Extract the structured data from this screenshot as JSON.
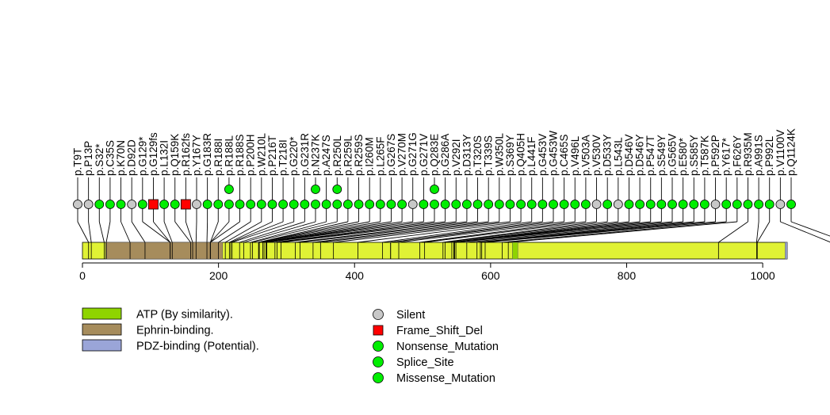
{
  "chart_data": {
    "type": "lollipop",
    "protein_length": 1036,
    "xlim": [
      0,
      1036
    ],
    "x_ticks": [
      0,
      200,
      400,
      600,
      800,
      1000
    ],
    "domains": [
      {
        "name": "ATP (By similarity).",
        "start": 632,
        "end": 640,
        "color": "#8fd400"
      },
      {
        "name": "Ephrin-binding.",
        "start": 34,
        "end": 206,
        "color": "#a68c5c"
      },
      {
        "name": "PDZ-binding (Potential).",
        "start": 1033,
        "end": 1036,
        "color": "#9aa5d8"
      }
    ],
    "backbone_color": "#e0f235",
    "mutation_types": [
      {
        "name": "Silent",
        "shape": "circle",
        "color": "#c8c8c8"
      },
      {
        "name": "Frame_Shift_Del",
        "shape": "square",
        "color": "#ff0000"
      },
      {
        "name": "Nonsense_Mutation",
        "shape": "circle",
        "color": "#00ee00"
      },
      {
        "name": "Splice_Site",
        "shape": "circle",
        "color": "#00ee00"
      },
      {
        "name": "Missense_Mutation",
        "shape": "circle",
        "color": "#00ee00"
      }
    ],
    "mutations": [
      {
        "label": "p.T9T",
        "pos": 9,
        "type": "Silent",
        "count": 1
      },
      {
        "label": "p.P13P",
        "pos": 13,
        "type": "Silent",
        "count": 1
      },
      {
        "label": "p.S32*",
        "pos": 32,
        "type": "Nonsense_Mutation",
        "count": 1
      },
      {
        "label": "p.C35S",
        "pos": 35,
        "type": "Missense_Mutation",
        "count": 1
      },
      {
        "label": "p.K70N",
        "pos": 70,
        "type": "Missense_Mutation",
        "count": 1
      },
      {
        "label": "p.D92D",
        "pos": 92,
        "type": "Silent",
        "count": 1
      },
      {
        "label": "p.G129*",
        "pos": 129,
        "type": "Nonsense_Mutation",
        "count": 1
      },
      {
        "label": "p.G129fs",
        "pos": 129,
        "type": "Frame_Shift_Del",
        "count": 1
      },
      {
        "label": "p.L132I",
        "pos": 132,
        "type": "Missense_Mutation",
        "count": 1
      },
      {
        "label": "p.Q159K",
        "pos": 159,
        "type": "Missense_Mutation",
        "count": 1
      },
      {
        "label": "p.R162fs",
        "pos": 162,
        "type": "Frame_Shift_Del",
        "count": 1
      },
      {
        "label": "p.Y167Y",
        "pos": 167,
        "type": "Silent",
        "count": 1
      },
      {
        "label": "p.G183R",
        "pos": 183,
        "type": "Missense_Mutation",
        "count": 1
      },
      {
        "label": "p.R188I",
        "pos": 188,
        "type": "Missense_Mutation",
        "count": 1
      },
      {
        "label": "p.R188L",
        "pos": 188,
        "type": "Missense_Mutation",
        "count": 2
      },
      {
        "label": "p.R188S",
        "pos": 188,
        "type": "Missense_Mutation",
        "count": 1
      },
      {
        "label": "p.P200H",
        "pos": 200,
        "type": "Missense_Mutation",
        "count": 1
      },
      {
        "label": "p.W210L",
        "pos": 210,
        "type": "Missense_Mutation",
        "count": 1
      },
      {
        "label": "p.P216T",
        "pos": 216,
        "type": "Missense_Mutation",
        "count": 1
      },
      {
        "label": "p.T218I",
        "pos": 218,
        "type": "Missense_Mutation",
        "count": 1
      },
      {
        "label": "p.G220*",
        "pos": 220,
        "type": "Nonsense_Mutation",
        "count": 1
      },
      {
        "label": "p.G231R",
        "pos": 231,
        "type": "Missense_Mutation",
        "count": 1
      },
      {
        "label": "p.N237K",
        "pos": 237,
        "type": "Missense_Mutation",
        "count": 2
      },
      {
        "label": "p.A247S",
        "pos": 247,
        "type": "Missense_Mutation",
        "count": 1
      },
      {
        "label": "p.R250L",
        "pos": 250,
        "type": "Missense_Mutation",
        "count": 2
      },
      {
        "label": "p.R259L",
        "pos": 259,
        "type": "Missense_Mutation",
        "count": 1
      },
      {
        "label": "p.R259S",
        "pos": 259,
        "type": "Missense_Mutation",
        "count": 1
      },
      {
        "label": "p.I260M",
        "pos": 260,
        "type": "Missense_Mutation",
        "count": 1
      },
      {
        "label": "p.L265F",
        "pos": 265,
        "type": "Missense_Mutation",
        "count": 1
      },
      {
        "label": "p.G267S",
        "pos": 267,
        "type": "Missense_Mutation",
        "count": 1
      },
      {
        "label": "p.V270M",
        "pos": 270,
        "type": "Missense_Mutation",
        "count": 1
      },
      {
        "label": "p.G271G",
        "pos": 271,
        "type": "Silent",
        "count": 1
      },
      {
        "label": "p.G271V",
        "pos": 271,
        "type": "Missense_Mutation",
        "count": 1
      },
      {
        "label": "p.Q283E",
        "pos": 283,
        "type": "Missense_Mutation",
        "count": 2
      },
      {
        "label": "p.G286A",
        "pos": 286,
        "type": "Missense_Mutation",
        "count": 1
      },
      {
        "label": "p.V292I",
        "pos": 292,
        "type": "Missense_Mutation",
        "count": 1
      },
      {
        "label": "p.D313Y",
        "pos": 313,
        "type": "Missense_Mutation",
        "count": 1
      },
      {
        "label": "p.T320S",
        "pos": 320,
        "type": "Missense_Mutation",
        "count": 1
      },
      {
        "label": "p.T339S",
        "pos": 339,
        "type": "Missense_Mutation",
        "count": 1
      },
      {
        "label": "p.W350L",
        "pos": 350,
        "type": "Missense_Mutation",
        "count": 1
      },
      {
        "label": "p.S369Y",
        "pos": 369,
        "type": "Missense_Mutation",
        "count": 1
      },
      {
        "label": "p.Q405H",
        "pos": 405,
        "type": "Missense_Mutation",
        "count": 1
      },
      {
        "label": "p.L441F",
        "pos": 441,
        "type": "Missense_Mutation",
        "count": 1
      },
      {
        "label": "p.G453V",
        "pos": 453,
        "type": "Missense_Mutation",
        "count": 1
      },
      {
        "label": "p.G453W",
        "pos": 453,
        "type": "Missense_Mutation",
        "count": 1
      },
      {
        "label": "p.C465S",
        "pos": 465,
        "type": "Missense_Mutation",
        "count": 1
      },
      {
        "label": "p.V496L",
        "pos": 496,
        "type": "Missense_Mutation",
        "count": 1
      },
      {
        "label": "p.V503A",
        "pos": 503,
        "type": "Missense_Mutation",
        "count": 1
      },
      {
        "label": "p.V530V",
        "pos": 530,
        "type": "Silent",
        "count": 1
      },
      {
        "label": "p.D533Y",
        "pos": 533,
        "type": "Missense_Mutation",
        "count": 1
      },
      {
        "label": "p.L543L",
        "pos": 543,
        "type": "Silent",
        "count": 1
      },
      {
        "label": "p.D546V",
        "pos": 546,
        "type": "Missense_Mutation",
        "count": 1
      },
      {
        "label": "p.D546Y",
        "pos": 546,
        "type": "Missense_Mutation",
        "count": 1
      },
      {
        "label": "p.P547T",
        "pos": 547,
        "type": "Missense_Mutation",
        "count": 1
      },
      {
        "label": "p.S549Y",
        "pos": 549,
        "type": "Missense_Mutation",
        "count": 1
      },
      {
        "label": "p.G565V",
        "pos": 565,
        "type": "Missense_Mutation",
        "count": 1
      },
      {
        "label": "p.E580*",
        "pos": 580,
        "type": "Nonsense_Mutation",
        "count": 1
      },
      {
        "label": "p.S585Y",
        "pos": 585,
        "type": "Missense_Mutation",
        "count": 1
      },
      {
        "label": "p.T587K",
        "pos": 587,
        "type": "Missense_Mutation",
        "count": 1
      },
      {
        "label": "p.P592P",
        "pos": 592,
        "type": "Silent",
        "count": 1
      },
      {
        "label": "p.Y617*",
        "pos": 617,
        "type": "Nonsense_Mutation",
        "count": 1
      },
      {
        "label": "p.F626Y",
        "pos": 626,
        "type": "Missense_Mutation",
        "count": 1
      },
      {
        "label": "p.R935M",
        "pos": 935,
        "type": "Missense_Mutation",
        "count": 1
      },
      {
        "label": "p.A991S",
        "pos": 991,
        "type": "Missense_Mutation",
        "count": 1
      },
      {
        "label": "p.P992L",
        "pos": 992,
        "type": "Missense_Mutation",
        "count": 1
      },
      {
        "label": "p.V1100V",
        "pos": 1100,
        "type": "Silent",
        "count": 1
      },
      {
        "label": "p.Q1124K",
        "pos": 1124,
        "type": "Missense_Mutation",
        "count": 1
      }
    ]
  }
}
